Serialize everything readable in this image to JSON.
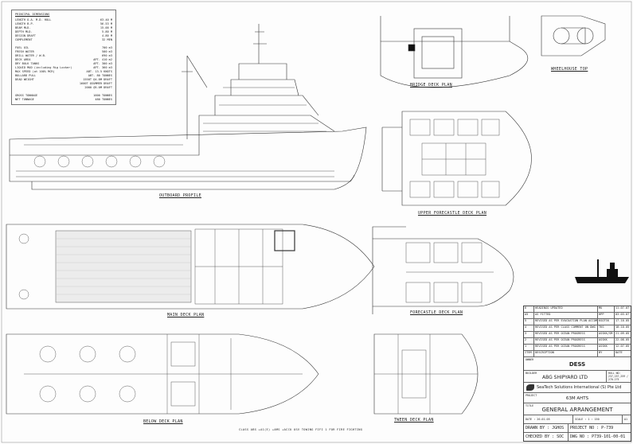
{
  "principal_dimensions": {
    "heading": "PRINCIPAL DIMENSIONS",
    "rows": [
      {
        "label": "LENGTH O.A. M.D. HULL",
        "value": "63.40 M"
      },
      {
        "label": "LENGTH B.P.",
        "value": "56.53 M"
      },
      {
        "label": "BEAM MLD.",
        "value": "15.00 M"
      },
      {
        "label": "DEPTH MLD.",
        "value": "5.80 M"
      },
      {
        "label": "DESIGN DRAFT",
        "value": "4.80 M"
      },
      {
        "label": "COMPLEMENT",
        "value": "32 MEN"
      },
      {
        "label": "FUEL OIL",
        "value": "700 m3"
      },
      {
        "label": "FRESH WATER",
        "value": "500 m3"
      },
      {
        "label": "DRILL WATER / W.B.",
        "value": "690 m3"
      },
      {
        "label": "DECK AREA",
        "value": "APT. 410 m2"
      },
      {
        "label": "DRY BULK TANKS",
        "value": "APT. 300 m3"
      },
      {
        "label": "LIQUID MUD (including Rig Locker)",
        "value": "APT. 360 m3"
      },
      {
        "label": "MAX SPEED (at 100% MCR)",
        "value": "ABT. 13.5 KNOTS"
      },
      {
        "label": "BOLLARD PULL",
        "value": "ABT. 80 TONNES"
      },
      {
        "label": "DEAD WEIGHT",
        "value": "1550T @4.8M DRAFT"
      },
      {
        "label": "",
        "value": "1600T @SUMMER DRAFT"
      },
      {
        "label": "",
        "value": "2000 @5.0M DRAFT"
      },
      {
        "label": "GROSS TONNAGE",
        "value": "1600 TONNES"
      },
      {
        "label": "NET TONNAGE",
        "value": "480 TONNES"
      }
    ]
  },
  "views": {
    "bridge": "BRIDGE DECK PLAN",
    "wheelhouse": "WHEELHOUSE TOP",
    "upper_fc": "UPPER FORECASTLE DECK PLAN",
    "profile": "OUTBOARD PROFILE",
    "main": "MAIN DECK PLAN",
    "forecastle": "FORECASTLE DECK PLAN",
    "below": "BELOW DECK PLAN",
    "tween": "TWEEN DECK PLAN"
  },
  "revisions": [
    {
      "no": "6",
      "desc": "HEADINGS UPDATED",
      "by": "MU",
      "date": "11.07.07"
    },
    {
      "no": "A5",
      "desc": "AS FITTED",
      "by": "HPP",
      "date": "03.03.07"
    },
    {
      "no": "5",
      "desc": "REVISED AS PER EVACUATION PLAN ACCOMMODATION LAYOUT",
      "by": "KSOTSK",
      "date": "17.10.05"
    },
    {
      "no": "4",
      "desc": "REVISED AS PER CLASS COMMENT ON DWG NO P739-101-00",
      "by": "TKS",
      "date": "18.10.05"
    },
    {
      "no": "3",
      "desc": "REVISED AS PER OCEAN PROGRESS",
      "by": "ASSKK/SM",
      "date": "21.09.05"
    },
    {
      "no": "2",
      "desc": "REVISED AS PER OCEAN PROGRESS",
      "by": "ASSKK",
      "date": "22.08.05"
    },
    {
      "no": "1",
      "desc": "REVISED AS PER OCEAN PROGRESS",
      "by": "ASSKK",
      "date": "12.07.05"
    }
  ],
  "rev_header": {
    "no": "ITEM",
    "desc": "DESCRIPTION",
    "by": "BY",
    "date": "DATE"
  },
  "title_block": {
    "owner_label": "OWNER",
    "owner": "DESS",
    "builder_label": "BUILDER",
    "builder": "ABG SHIPYARD LTD",
    "hull_no": "HULL NO: 237,257,259 / 270-275",
    "designer": "SeaTech Solutions International (S) Pte Ltd",
    "project_label": "PROJECT",
    "project": "63M AHTS",
    "title_label": "TITLE",
    "title": "GENERAL ARRANGEMENT",
    "date": "DATE : 20.01.05",
    "scale": "SCALE : 1 : 150",
    "size": "A1",
    "drawn": "DRAWN BY : JGHOS",
    "project_no": "PROJECT NO : P-739",
    "checked": "CHECKED BY : SOC",
    "dwg_no": "DWG NO : P739-101-00-01"
  },
  "class_note": "CLASS ABS +A1(E) +AMS +ACCU OSV TOWING FIFI 1 FOR FIRE FIGHTING"
}
